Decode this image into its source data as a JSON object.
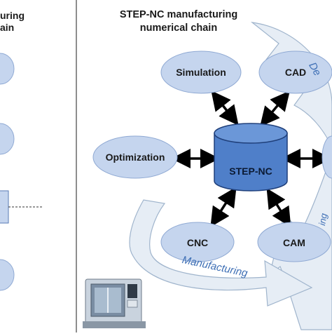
{
  "left_panel": {
    "title_line1": "uring",
    "title_line2": "ain"
  },
  "right_panel": {
    "title_line1": "STEP-NC manufacturing",
    "title_line2": "numerical chain"
  },
  "nodes": {
    "simulation": "Simulation",
    "cad": "CAD",
    "optimization": "Optimization",
    "step_nc": "STEP-NC",
    "cnc": "CNC",
    "cam": "CAM"
  },
  "cycle_labels": {
    "design": "De",
    "manufacturing": "Manufacturing",
    "programming": "ing"
  },
  "colors": {
    "ellipse_fill": "#c5d5ee",
    "ellipse_stroke": "#8fa9d3",
    "cylinder_fill": "#4f7fc9",
    "cylinder_stroke": "#1f3f7a",
    "arrow_band": "#e6edf5",
    "arrow_band_stroke": "#9fb4cc",
    "cycle_text": "#3e6fb5"
  }
}
